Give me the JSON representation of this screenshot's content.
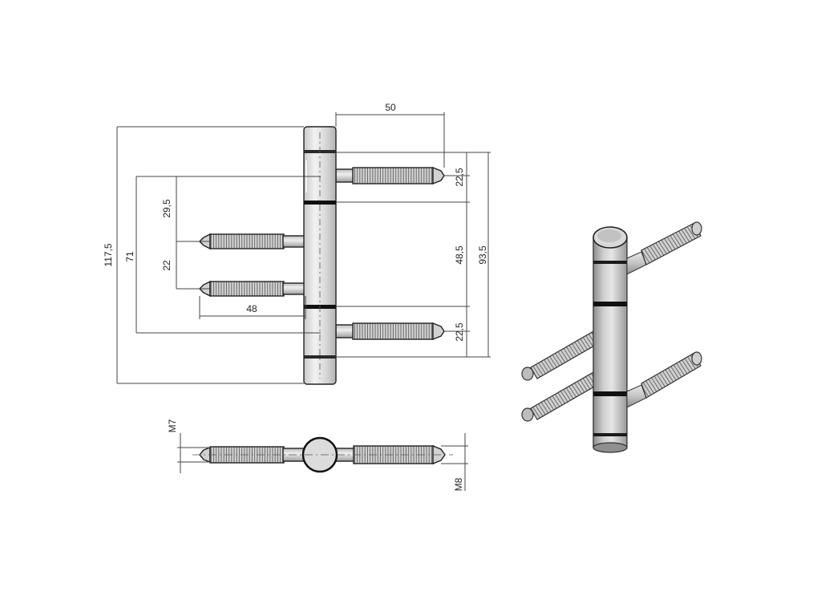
{
  "drawing": {
    "subject": "3-part barrel hinge with threaded pins",
    "dimensions": {
      "total_height": "117,5",
      "outer_pin_span": "71",
      "upper_offset": "29,5",
      "left_pin_spacing": "22",
      "left_pin_length": "48",
      "right_pin_length": "50",
      "top_right_spacing": "22,5",
      "middle_segment": "48,5",
      "right_pin_span": "93,5",
      "bottom_right_spacing": "22,5",
      "thread_left": "M7",
      "thread_right": "M8"
    }
  },
  "colors": {
    "metal_light": "#e8e8e8",
    "metal_mid": "#c7c7c7",
    "metal_dark": "#9a9a9a",
    "band": "#222222"
  }
}
